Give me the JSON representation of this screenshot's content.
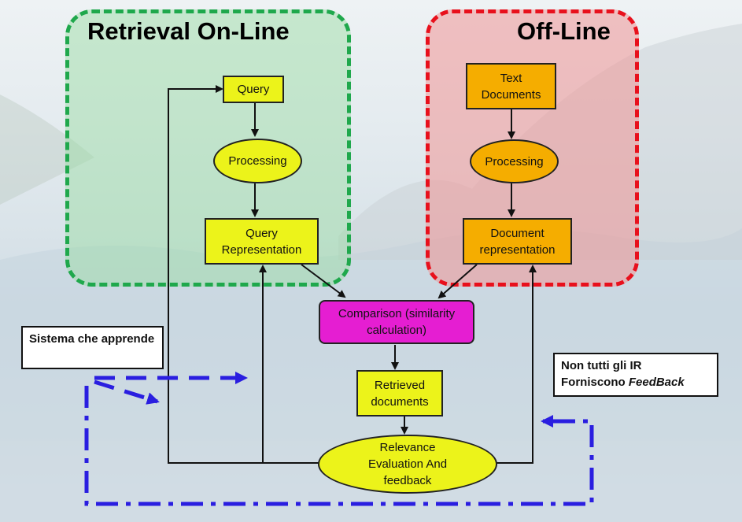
{
  "regions": {
    "online_title": "Retrieval On-Line",
    "offline_title": "Off-Line"
  },
  "online": {
    "query": "Query",
    "processing": "Processing",
    "query_representation": "Query Representation"
  },
  "offline": {
    "text_documents": "Text Documents",
    "processing": "Processing",
    "document_representation": "Document representation"
  },
  "center": {
    "comparison": "Comparison (similarity calculation)",
    "retrieved_documents": "Retrieved documents",
    "relevance": "Relevance Evaluation And feedback"
  },
  "notes": {
    "learning_system": "Sistema che apprende",
    "feedback_note_line1": "Non tutti gli IR",
    "feedback_note_line2_prefix": "Forniscono ",
    "feedback_note_line2_emph": "FeedBack"
  },
  "colors": {
    "online_border": "#1fa84c",
    "offline_border": "#e8101c",
    "feedback_loop": "#2a1ee0",
    "yellow_node": "#ecf31a",
    "orange_node": "#f5ad00",
    "comparison_node": "#e51ed2"
  }
}
